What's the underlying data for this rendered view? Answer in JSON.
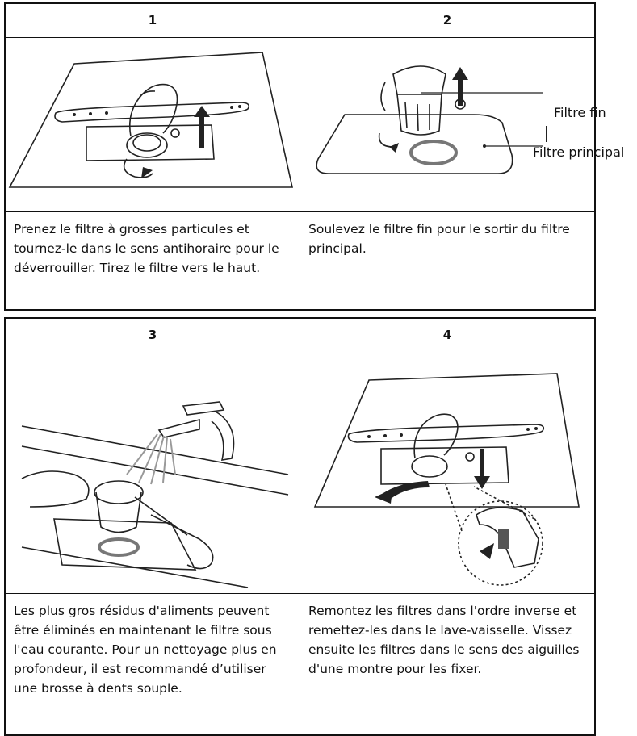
{
  "steps": [
    {
      "number": "1",
      "text": "Prenez le filtre à grosses particules et tournez-le dans le sens antihoraire pour le déverrouiller. Tirez le filtre vers le haut."
    },
    {
      "number": "2",
      "text": "Soulevez le filtre fin pour le sortir du filtre principal."
    },
    {
      "number": "3",
      "text": "Les plus gros résidus d'aliments peuvent être éliminés en maintenant le filtre sous l'eau courante. Pour un nettoyage plus en profondeur, il est recommandé d’utiliser une brosse à dents souple."
    },
    {
      "number": "4",
      "text": "Remontez les filtres dans l'ordre inverse et remettez-les dans le lave-vaisselle. Vissez ensuite les filtres dans le sens des aiguilles d'une montre pour les fixer."
    }
  ],
  "labels": {
    "fine_filter": "Filtre fin",
    "main_filter": "Filtre principal"
  }
}
